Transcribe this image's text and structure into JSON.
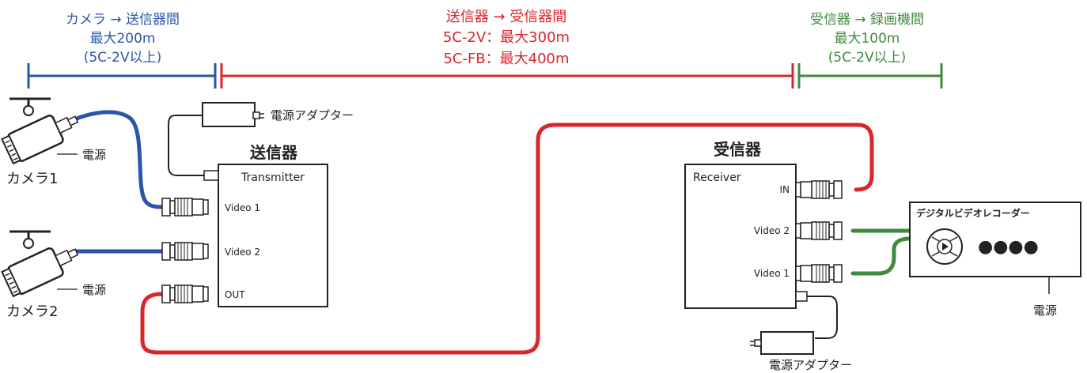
{
  "colors": {
    "blue": "#2a55a8",
    "red": "#d9262b",
    "green": "#3e8a3e",
    "line": "#222222"
  },
  "segments": {
    "cam_tx": {
      "line1": "カメラ → 送信器間",
      "line2": "最大200m",
      "line3": "(5C-2V以上)"
    },
    "tx_rx": {
      "line1": "送信器 → 受信器間",
      "line2": "5C-2V：最大300m",
      "line3": "5C-FB：最大400m"
    },
    "rx_rec": {
      "line1": "受信器 → 録画機間",
      "line2": "最大100m",
      "line3": "(5C-2V以上)"
    }
  },
  "cameras": [
    {
      "label": "カメラ1",
      "power": "電源"
    },
    {
      "label": "カメラ2",
      "power": "電源"
    }
  ],
  "transmitter": {
    "title_jp": "送信器",
    "name": "Transmitter",
    "ports": [
      "Video 1",
      "Video 2",
      "OUT"
    ],
    "adapter": "電源アダプター"
  },
  "receiver": {
    "title_jp": "受信器",
    "name": "Receiver",
    "ports": [
      "IN",
      "Video 2",
      "Video 1"
    ],
    "adapter": "電源アダプター"
  },
  "recorder": {
    "name": "デジタルビデオレコーダー",
    "dots": "●●●●",
    "power": "電源"
  }
}
